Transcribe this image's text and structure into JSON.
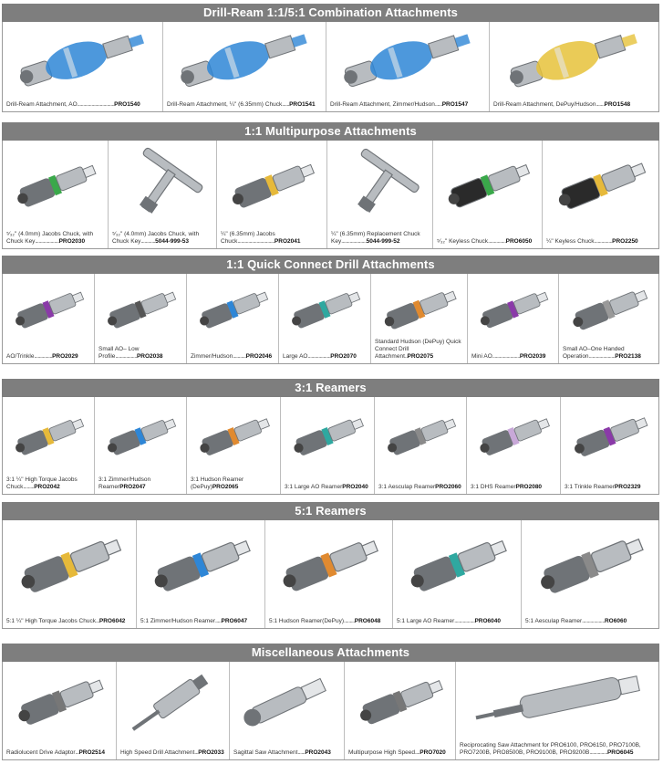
{
  "sections": [
    {
      "title": "Drill-Ream 1:1/5:1 Combination Attachments",
      "items": [
        {
          "desc": "Drill-Ream Attachment, AO",
          "lead": "...............................",
          "code": "PRO1540",
          "icon": "combination-attachment-blue-icon",
          "band": "#2e86d6"
        },
        {
          "desc": "Drill-Ream Attachment, ¼\" (6.35mm) Chuck",
          "lead": "......",
          "code": "PRO1541",
          "icon": "combination-attachment-blue-icon",
          "band": "#2e86d6"
        },
        {
          "desc": "Drill-Ream Attachment, Zimmer/Hudson",
          "lead": "......",
          "code": "PRO1547",
          "icon": "combination-attachment-blue-icon",
          "band": "#2e86d6"
        },
        {
          "desc": "Drill-Ream Attachment, DePuy/Hudson",
          "lead": ".......",
          "code": "PRO1548",
          "icon": "combination-attachment-blue-icon",
          "band": "#e6c23a"
        }
      ]
    },
    {
      "title": "1:1 Multipurpose Attachments",
      "items": [
        {
          "desc": "⁵⁄₃₂\" (4.0mm) Jacobs Chuck, with Chuck Key",
          "lead": "....................",
          "code": "PRO2030",
          "icon": "jacobs-chuck-icon",
          "band": "#3aa84a"
        },
        {
          "desc": "⁵⁄₃₂\" (4.0mm) Jacobs Chuck, with Chuck Key",
          "lead": "............",
          "code": "5044-999-53",
          "icon": "chuck-key-icon",
          "band": "#aaaaaa"
        },
        {
          "desc": "¼\" (6.35mm) Jacobs Chuck",
          "lead": "...............................",
          "code": "PRO2041",
          "icon": "jacobs-chuck-icon",
          "band": "#e6b93a"
        },
        {
          "desc": "¼\" (6.35mm) Replacement Chuck Key",
          "lead": ".....................",
          "code": "5044-999-52",
          "icon": "chuck-key-icon",
          "band": "#aaaaaa"
        },
        {
          "desc": "⁵⁄₃₂\" Keyless Chuck",
          "lead": "...............",
          "code": "PRO6050",
          "icon": "keyless-chuck-icon",
          "band": "#3aa84a"
        },
        {
          "desc": "¼\" Keyless Chuck",
          "lead": "...............",
          "code": "PRO2250",
          "icon": "keyless-chuck-icon",
          "band": "#e6b93a"
        }
      ]
    },
    {
      "title": "1:1 Quick Connect Drill Attachments",
      "items": [
        {
          "desc": "AO/Trinkle",
          "lead": "...............",
          "code": "PRO2029",
          "icon": "quick-connect-attachment-icon",
          "band": "#8a3aa8"
        },
        {
          "desc": "Small AO– Low Profile",
          "lead": "..................",
          "code": "PRO2038",
          "icon": "quick-connect-attachment-icon",
          "band": "#555555"
        },
        {
          "desc": "Zimmer/Hudson",
          "lead": "...........",
          "code": "PRO2046",
          "icon": "quick-connect-attachment-icon",
          "band": "#2e86d6"
        },
        {
          "desc": "Large AO",
          "lead": "...................",
          "code": "PRO2070",
          "icon": "quick-connect-attachment-icon",
          "band": "#2fa8a0"
        },
        {
          "desc": "Standard Hudson (DePuy) Quick Connect Drill Attachment",
          "lead": "..",
          "code": "PRO2075",
          "icon": "quick-connect-attachment-icon",
          "band": "#e08a30"
        },
        {
          "desc": "Mini AO",
          "lead": ".......................",
          "code": "PRO2039",
          "icon": "quick-connect-attachment-icon",
          "band": "#8a3aa8"
        },
        {
          "desc": "Small AO–One Handed Operation",
          "lead": "......................",
          "code": "PRO2138",
          "icon": "quick-connect-attachment-icon",
          "band": "#999999"
        }
      ]
    },
    {
      "title": "3:1 Reamers",
      "items": [
        {
          "desc": "3:1 ¼\" High Torque Jacobs Chuck",
          "lead": ".........",
          "code": "PRO2042",
          "icon": "reamer-chuck-icon",
          "band": "#e6b93a"
        },
        {
          "desc": "3:1 Zimmer/Hudson Reamer",
          "lead": "",
          "code": "PRO2047",
          "icon": "reamer-attachment-icon",
          "band": "#2e86d6"
        },
        {
          "desc": "3:1 Hudson Reamer (DePuy)",
          "lead": "",
          "code": "PRO2065",
          "icon": "reamer-attachment-icon",
          "band": "#e08a30"
        },
        {
          "desc": "3:1 Large AO Reamer",
          "lead": "",
          "code": "PRO2040",
          "icon": "reamer-attachment-icon",
          "band": "#2fa8a0"
        },
        {
          "desc": "3:1 Aesculap Reamer",
          "lead": "",
          "code": "PRO2060",
          "icon": "reamer-attachment-icon",
          "band": "#8a8a8a"
        },
        {
          "desc": "3:1 DHS Reamer",
          "lead": "",
          "code": "PRO2080",
          "icon": "reamer-attachment-icon",
          "band": "#c8a8d8"
        },
        {
          "desc": "3:1 Trinkle Reamer",
          "lead": "",
          "code": "PRO2329",
          "icon": "reamer-attachment-icon",
          "band": "#8a3aa8"
        }
      ]
    },
    {
      "title": "5:1 Reamers",
      "items": [
        {
          "desc": "5:1 ¼\" High Torque Jacobs Chuck",
          "lead": "...",
          "code": "PRO6042",
          "icon": "reamer-chuck-icon",
          "band": "#e6b93a"
        },
        {
          "desc": "5:1 Zimmer/Hudson Reamer",
          "lead": ".....",
          "code": "PRO6047",
          "icon": "reamer-attachment-icon",
          "band": "#2e86d6"
        },
        {
          "desc": "5:1 Hudson Reamer(DePuy)",
          "lead": ".........",
          "code": "PRO6048",
          "icon": "reamer-attachment-icon",
          "band": "#e08a30"
        },
        {
          "desc": "5:1 Large AO Reamer",
          "lead": ".................",
          "code": "PRO6040",
          "icon": "reamer-attachment-icon",
          "band": "#2fa8a0"
        },
        {
          "desc": "5:1 Aesculap Reamer",
          "lead": "...................",
          "code": "RO6060",
          "icon": "reamer-attachment-icon",
          "band": "#8a8a8a"
        }
      ]
    },
    {
      "title": "Miscellaneous Attachments",
      "items": [
        {
          "desc": "Radiolucent Drive Adaptor",
          "lead": "...",
          "code": "PRO2514",
          "icon": "radiolucent-adaptor-icon",
          "band": "#777777"
        },
        {
          "desc": "High Speed Drill Attachment",
          "lead": "...",
          "code": "PRO2033",
          "icon": "high-speed-drill-icon",
          "band": "#777777"
        },
        {
          "desc": "Sagittal Saw Attachment",
          "lead": "......",
          "code": "PRO2043",
          "icon": "sagittal-saw-icon",
          "band": "#777777"
        },
        {
          "desc": "Multipurpose High Speed",
          "lead": "....",
          "code": "PRO7020",
          "icon": "multipurpose-high-speed-icon",
          "band": "#777777"
        },
        {
          "desc": "Reciprocating Saw Attachment for PRO6100, PRO6150, PRO7100B, PRO7200B, PRO8500B, PRO9100B, PRO9200B",
          "lead": "...............",
          "code": "PRO6045",
          "icon": "reciprocating-saw-icon",
          "band": "#777777"
        }
      ]
    }
  ]
}
